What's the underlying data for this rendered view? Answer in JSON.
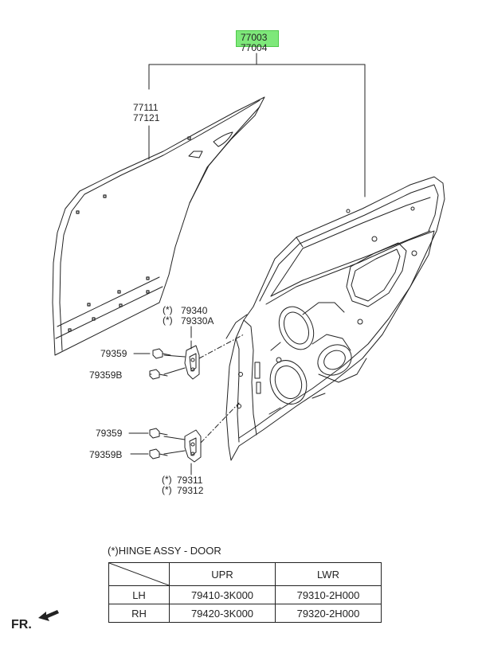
{
  "assembly": {
    "code_1": "77003",
    "code_2": "77004"
  },
  "outer_panel": {
    "code_1": "77111",
    "code_2": "77121"
  },
  "upper_hinge": {
    "code_1": "79340",
    "code_2": "79330A",
    "marker": "(*)"
  },
  "lower_hinge": {
    "code_1": "79311",
    "code_2": "79312",
    "marker": "(*)"
  },
  "bolts": {
    "upper_bolt": "79359",
    "upper_bolt_b": "79359B",
    "lower_bolt": "79359",
    "lower_bolt_b": "79359B"
  },
  "table": {
    "note": "(*)HINGE ASSY - DOOR",
    "columns": [
      "UPR",
      "LWR"
    ],
    "rows": [
      {
        "side": "LH",
        "upr": "79410-3K000",
        "lwr": "79310-2H000"
      },
      {
        "side": "RH",
        "upr": "79420-3K000",
        "lwr": "79320-2H000"
      }
    ]
  },
  "direction": {
    "label": "FR."
  },
  "colors": {
    "highlight": "#7ee87a",
    "line": "#222222"
  }
}
